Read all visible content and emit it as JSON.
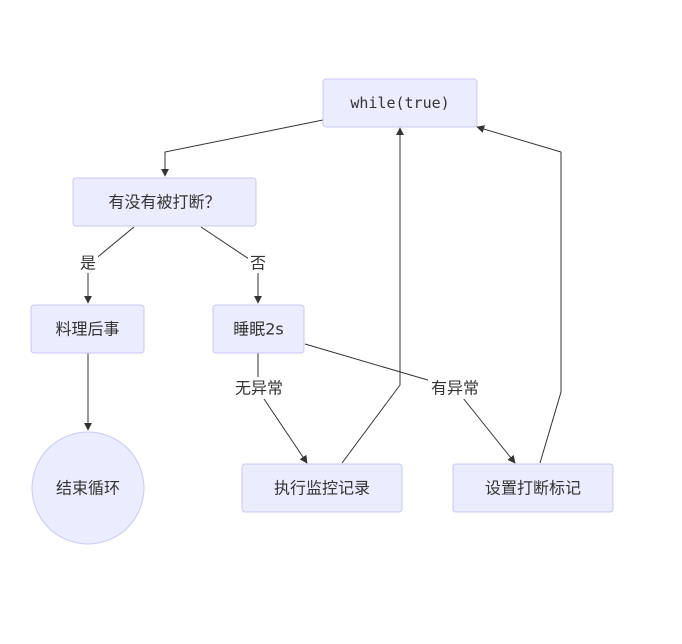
{
  "nodes": {
    "loop": "while(true)",
    "check": "有没有被打断？",
    "cleanup": "料理后事",
    "sleep": "睡眠2s",
    "end": "结束循环",
    "record": "执行监控记录",
    "setflag": "设置打断标记"
  },
  "edge_labels": {
    "yes": "是",
    "no": "否",
    "no_exception": "无异常",
    "has_exception": "有异常"
  }
}
